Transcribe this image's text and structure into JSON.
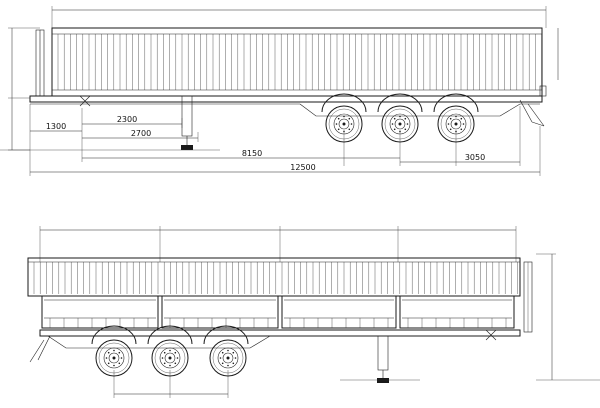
{
  "side_view": {
    "dimensions": {
      "d_1300": "1300",
      "d_2300": "2300",
      "d_2700": "2700",
      "d_8150": "8150",
      "d_3050": "3050",
      "d_12500": "12500"
    }
  }
}
